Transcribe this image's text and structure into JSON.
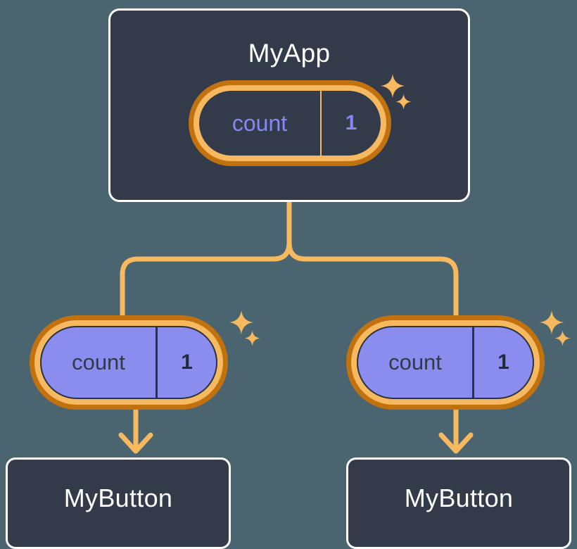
{
  "palette": {
    "background": "#4b6570",
    "card_fill": "#333a49",
    "card_border": "#ffffff",
    "ring_outer": "#c1720f",
    "ring_inner": "#f7b95f",
    "connector": "#f7b95f",
    "state_fill_active": "#8a8cee",
    "accent_text": "#8588f2",
    "dark_text": "#323a48",
    "white_text": "#ffffff"
  },
  "diagram": {
    "type": "component-tree",
    "root": {
      "name": "root-card",
      "title": "MyApp",
      "state": {
        "key": "count",
        "value": "1",
        "highlighted": true,
        "style": "dark-fill"
      }
    },
    "children": [
      {
        "name": "child-left",
        "title": "MyButton",
        "state": {
          "key": "count",
          "value": "1",
          "highlighted": true,
          "style": "purple-fill"
        }
      },
      {
        "name": "child-right",
        "title": "MyButton",
        "state": {
          "key": "count",
          "value": "1",
          "highlighted": true,
          "style": "purple-fill"
        }
      }
    ],
    "decorations": {
      "sparkle_icon": "sparkle-icon",
      "arrow_icon": "arrow-down-icon",
      "sparkle_count": 6
    }
  }
}
